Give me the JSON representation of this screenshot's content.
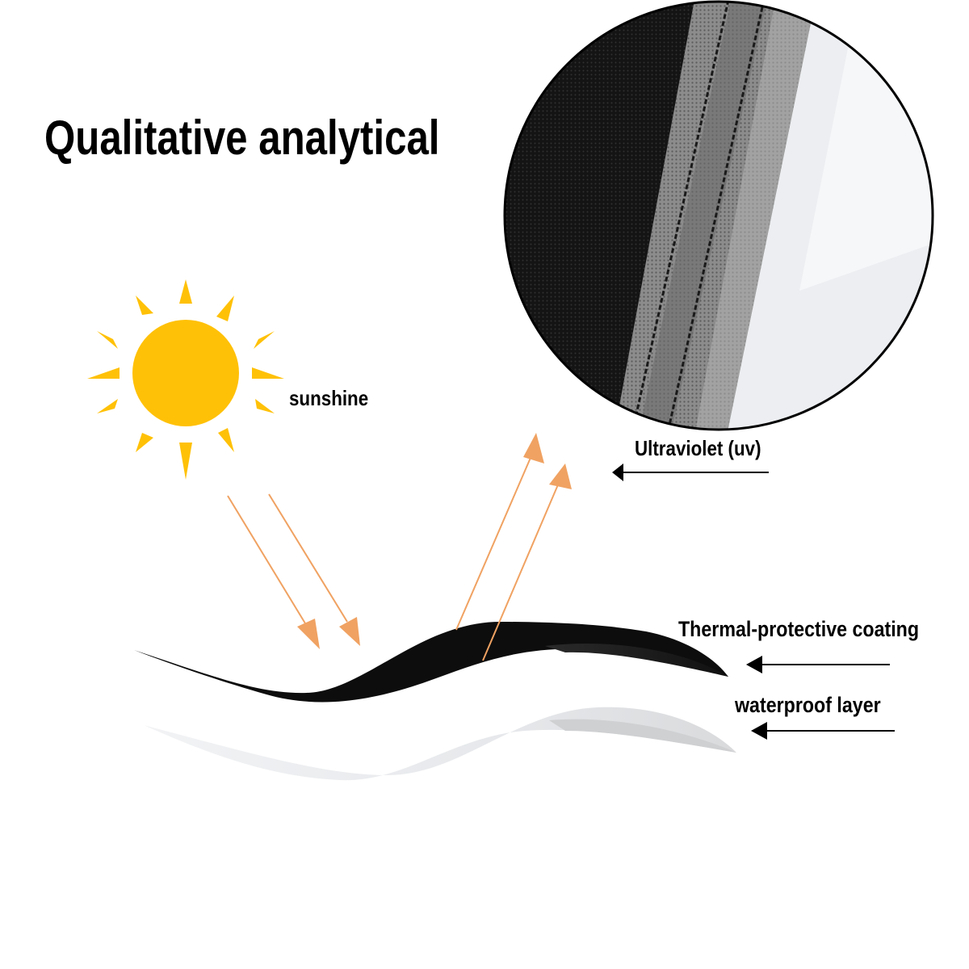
{
  "title": "Qualitative analytical",
  "labels": {
    "sunshine": "sunshine",
    "ultraviolet": "Ultraviolet (uv)",
    "thermal": "Thermal-protective coating",
    "waterproof": "waterproof layer"
  },
  "colors": {
    "sun": "#FFC107",
    "rays": "#F0A262",
    "black_layer": "#0d0d0d",
    "white_layer": "#e9ebee",
    "pointer": "#000000"
  },
  "icons": [
    "sun-icon",
    "fabric-closeup-image"
  ]
}
